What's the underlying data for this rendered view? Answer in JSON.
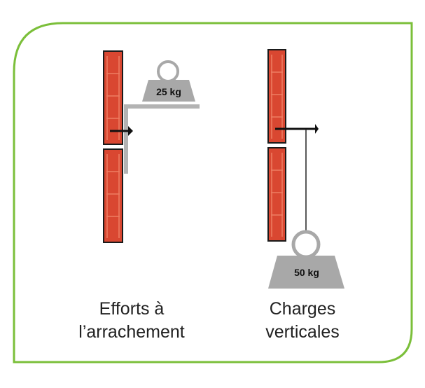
{
  "panels": [
    {
      "id": "pullout",
      "caption_line1": "Efforts à",
      "caption_line2": "l’arrachement",
      "weight_label": "25 kg"
    },
    {
      "id": "vertical",
      "caption_line1": "Charges",
      "caption_line2": "verticales",
      "weight_label": "50 kg"
    }
  ],
  "colors": {
    "frame_green": "#7bbf3a",
    "brick_red": "#d94731",
    "brick_outline": "#1a1a1a",
    "mortar": "#ee7e63",
    "weight_gray": "#a8a8a8",
    "bracket_gray": "#b3b3b3",
    "anchor_black": "#111111"
  }
}
